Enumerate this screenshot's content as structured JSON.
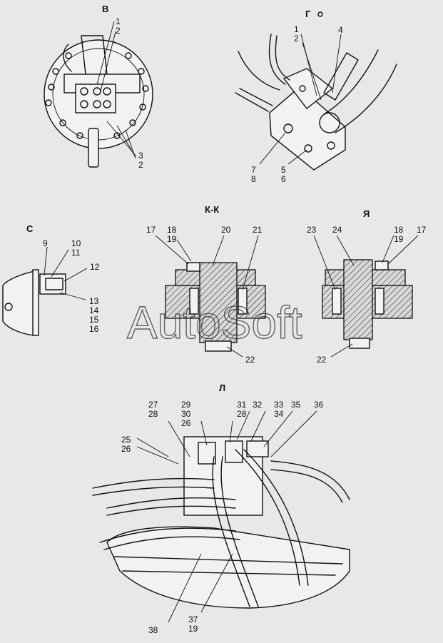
{
  "views": {
    "v": {
      "title": "В",
      "callouts": [
        "1",
        "2",
        "3",
        "2"
      ]
    },
    "g": {
      "title": "Г",
      "callouts": [
        "1",
        "2",
        "4",
        "7",
        "8",
        "5",
        "6"
      ]
    },
    "s": {
      "title": "С",
      "callouts": [
        "9",
        "10",
        "11",
        "12",
        "13",
        "14",
        "15",
        "16"
      ]
    },
    "kk": {
      "title": "К-К",
      "callouts": [
        "17",
        "18",
        "19",
        "20",
        "21",
        "22"
      ]
    },
    "ya": {
      "title": "Я",
      "callouts": [
        "23",
        "24",
        "18",
        "19",
        "17",
        "22"
      ]
    },
    "l": {
      "title": "Л",
      "callouts": [
        "27",
        "28",
        "29",
        "30",
        "26",
        "31",
        "28",
        "32",
        "33",
        "34",
        "35",
        "36",
        "25",
        "26",
        "38",
        "37",
        "19"
      ]
    }
  },
  "watermark": "AutoSoft"
}
